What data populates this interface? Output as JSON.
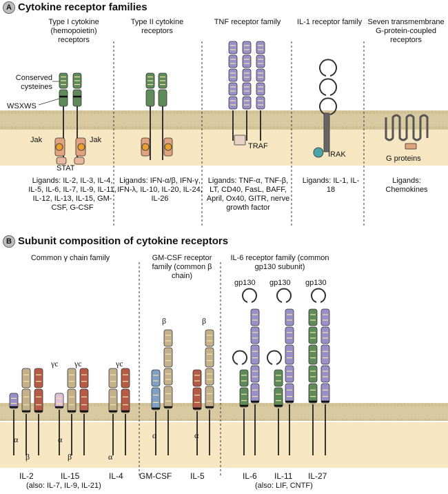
{
  "sectionA": {
    "badge": "A",
    "title": "Cytokine receptor families",
    "families": [
      {
        "heading": "Type I cytokine (hemopoietin) receptors",
        "ligands": "Ligands: IL-2, IL-3, IL-4, IL-5, IL-6, IL-7, IL-9, IL-11, IL-12, IL-13, IL-15, GM-CSF, G-CSF"
      },
      {
        "heading": "Type II cytokine receptors",
        "ligands": "Ligands: IFN-α/β, IFN-γ, IFN-λ, IL-10, IL-20, IL-24, IL-26"
      },
      {
        "heading": "TNF receptor family",
        "ligands": "Ligands: TNF-α, TNF-β, LT, CD40, FasL, BAFF, April, Ox40, GITR, nerve growth factor"
      },
      {
        "heading": "IL-1 receptor family",
        "ligands": "Ligands: IL-1, IL-18"
      },
      {
        "heading": "Seven transmembrane G-protein-coupled receptors",
        "ligands": "Ligands: Chemokines"
      }
    ],
    "labels": {
      "conserved": "Conserved cysteines",
      "wsxws": "WSXWS",
      "jak": "Jak",
      "stat": "STAT",
      "traf": "TRAF",
      "irak": "IRAK",
      "gproteins": "G proteins"
    }
  },
  "sectionB": {
    "badge": "B",
    "title": "Subunit composition of cytokine receptors",
    "families": [
      {
        "heading": "Common γ chain family",
        "note": "(also: IL-7, IL-9, IL-21)"
      },
      {
        "heading": "GM-CSF receptor family (common β chain)",
        "note": ""
      },
      {
        "heading": "IL-6 receptor family (common gp130 subunit)",
        "note": "(also: LIF, CNTF)"
      }
    ],
    "receptors": [
      "IL-2",
      "IL-15",
      "IL-4",
      "GM-CSF",
      "IL-5",
      "IL-6",
      "IL-11",
      "IL-27"
    ],
    "subunits": {
      "alpha": "α",
      "beta": "β",
      "gammac": "γc",
      "gp130": "gp130"
    }
  },
  "colors": {
    "membrane": "#d8c9a0",
    "cytoplasm": "#f6e6c2",
    "green": "#5f8a5a",
    "purple": "#9a8fc8",
    "blue": "#7f9fc4",
    "kinase": "#e0a27f",
    "tan": "#c4b18c",
    "red": "#b45c48",
    "teal": "#4aa5a8"
  }
}
